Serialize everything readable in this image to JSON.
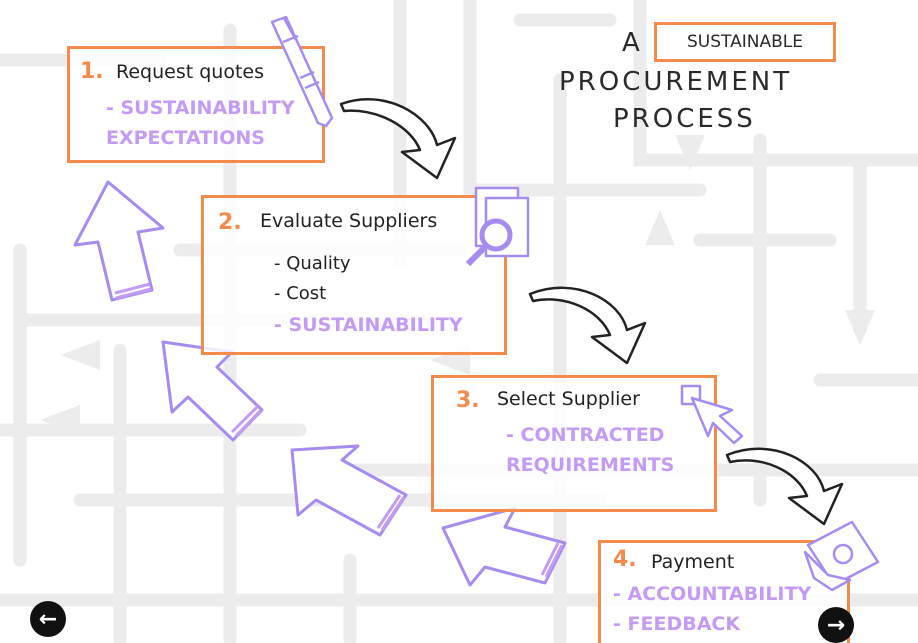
{
  "title": {
    "word_a": "A",
    "boxed": "SUSTAINABLE",
    "line2": "PROCUREMENT",
    "line3": "PROCESS"
  },
  "steps": [
    {
      "number": "1.",
      "heading": "Request quotes",
      "highlights": [
        "- SUSTAINABILITY",
        "EXPECTATIONS"
      ]
    },
    {
      "number": "2.",
      "heading": "Evaluate Suppliers",
      "bullets": [
        "- Quality",
        "- Cost"
      ],
      "highlights": [
        "- SUSTAINABILITY"
      ]
    },
    {
      "number": "3.",
      "heading": "Select Supplier",
      "highlights": [
        "- CONTRACTED",
        "REQUIREMENTS"
      ]
    },
    {
      "number": "4.",
      "heading": "Payment",
      "highlights": [
        "- ACCOUNTABILITY",
        "- FEEDBACK"
      ]
    }
  ],
  "nav": {
    "prev_icon": "arrow-left-icon",
    "next_icon": "arrow-right-icon",
    "prev_glyph": "←",
    "next_glyph": "→"
  },
  "colors": {
    "accent": "#f48a4b",
    "highlight": "#c39bf4",
    "arrow_outline": "#a68cf0",
    "pipe": "#ececec"
  }
}
